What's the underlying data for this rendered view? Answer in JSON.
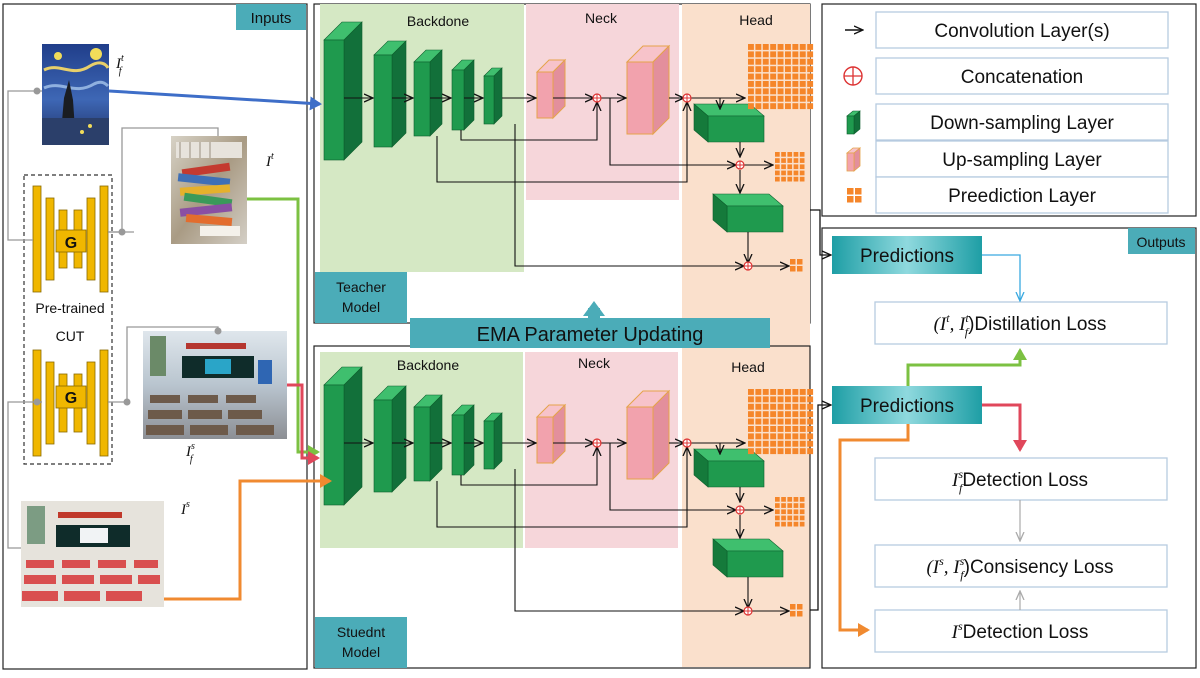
{
  "inputs_panel": {
    "title": "Inputs",
    "labels": {
      "it_f": "I",
      "it_f_sup": "t",
      "it_f_sub": "f",
      "it": "I",
      "it_sup": "t",
      "is_f": "I",
      "is_f_sup": "s",
      "is_f_sub": "f",
      "is": "I",
      "is_sup": "s"
    },
    "generator_letter": "G",
    "pretrained_label": "Pre-trained",
    "cut_label": "CUT"
  },
  "teacher": {
    "name_line1": "Teacher",
    "name_line2": "Model",
    "backbone": "Backdone",
    "neck": "Neck",
    "head": "Head"
  },
  "student": {
    "name_line1": "Stuednt",
    "name_line2": "Model",
    "backbone": "Backdone",
    "neck": "Neck",
    "head": "Head"
  },
  "ema_label": "EMA Parameter Updating",
  "legend": {
    "items": [
      {
        "icon": "arrow-icon",
        "label": "Convolution Layer(s)"
      },
      {
        "icon": "concat-icon",
        "label": "Concatenation"
      },
      {
        "icon": "downsample-icon",
        "label": "Down-sampling Layer"
      },
      {
        "icon": "upsample-icon",
        "label": "Up-sampling Layer"
      },
      {
        "icon": "prediction-icon",
        "label": "Preediction Layer"
      }
    ]
  },
  "outputs": {
    "title": "Outputs",
    "teacher_predictions": "Predictions",
    "student_predictions": "Predictions",
    "distillation": {
      "l1": "(I",
      "s1": "t",
      "l2": ", I",
      "s2": "t",
      "sub2": "f",
      "l3": ")",
      "text": "Distillation Loss"
    },
    "detection_f": {
      "l1": "I",
      "s1": "s",
      "sub1": "f",
      "text": "Detection Loss"
    },
    "consistency": {
      "l1": "(I",
      "s1": "s",
      "l2": ", I",
      "s2": "s",
      "sub2": "f",
      "l3": ")",
      "text": "Consisency Loss"
    },
    "detection_s": {
      "l1": "I",
      "s1": "s",
      "text": "Detection Loss"
    }
  },
  "colors": {
    "green_bg": "#d5e8c4",
    "pink_bg": "#f6d6da",
    "orange_bg": "#fae0cc",
    "teal": "#4bacb8",
    "block_green": "#1f9a4e",
    "block_pink": "#f2a2ad",
    "grid_orange": "#f5862a",
    "gen_yellow": "#f0b700",
    "arrow_blue": "#3e6ec8",
    "arrow_green": "#7cc142",
    "arrow_red": "#e0475b",
    "arrow_orange": "#f08a30",
    "arrow_light_blue": "#39a9e0"
  }
}
